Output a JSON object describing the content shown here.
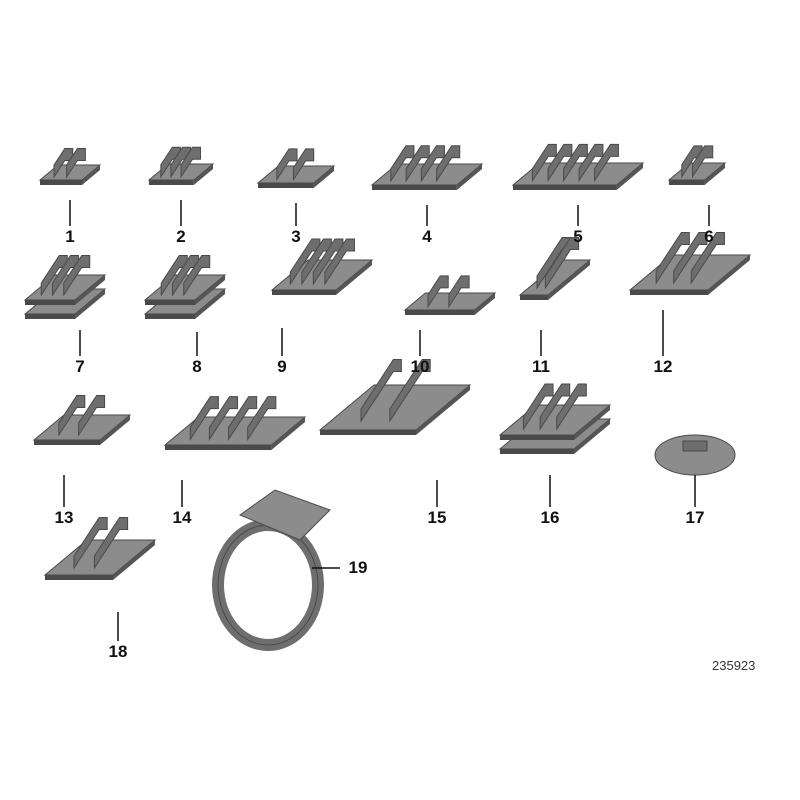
{
  "diagram": {
    "part_labels": [
      "1",
      "2",
      "3",
      "4",
      "5",
      "6",
      "7",
      "8",
      "9",
      "10",
      "11",
      "12",
      "13",
      "14",
      "15",
      "16",
      "17",
      "18",
      "19"
    ],
    "reference_number": "235923"
  },
  "colors": {
    "part_fill": "#6e6e6e",
    "part_dark": "#4a4a4a",
    "part_light": "#8c8c8c",
    "leader": "#111111"
  }
}
